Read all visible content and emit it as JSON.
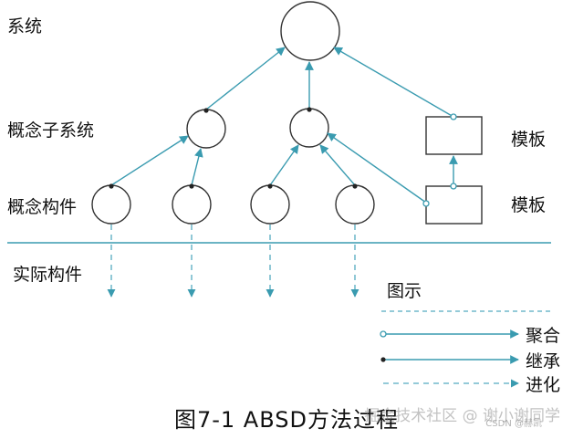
{
  "labels": {
    "system": "系统",
    "concept_subsystem": "概念子系统",
    "concept_component": "概念构件",
    "actual_component": "实际构件",
    "template_top": "模板",
    "template_bottom": "模板"
  },
  "legend": {
    "title": "图示",
    "aggregation": "聚合",
    "inheritance": "继承",
    "evolution": "进化"
  },
  "caption": "图7-1 ABSD方法过程",
  "watermark": "掘金技术社区 @ 谢小谢同学",
  "watermark_small": "CSDN @赫凯",
  "colors": {
    "line": "#3a9bb0",
    "dash": "#55aac0",
    "stroke": "#333333"
  }
}
